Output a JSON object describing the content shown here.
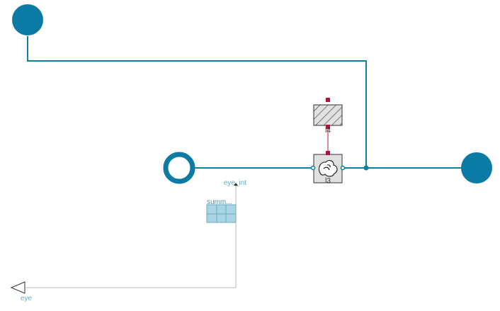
{
  "diagram": {
    "colors": {
      "wire": "#0e7fa3",
      "port": "#0b7ba4",
      "signal_wire": "#b9b9b9",
      "signal_label": "#6aa9bd",
      "heat_port": "#b0143c",
      "component_fill": "#e0e0e0",
      "table_fill": "#a9d4e4",
      "table_stroke": "#6aa9bd"
    },
    "components": {
      "top_port": {
        "kind": "filled-port"
      },
      "left_port": {
        "kind": "hollow-port"
      },
      "right_port": {
        "kind": "filled-port"
      },
      "thermal_mass": {
        "label": "l4",
        "icon": "hatched-block-icon"
      },
      "lumped_volume": {
        "label": "l3",
        "icon": "volume-blob-icon"
      },
      "summary_table": {
        "label": "summ..."
      },
      "eye_output": {
        "label": "eye",
        "icon": "triangle-output-icon"
      }
    },
    "signal_label": "eye_int"
  }
}
